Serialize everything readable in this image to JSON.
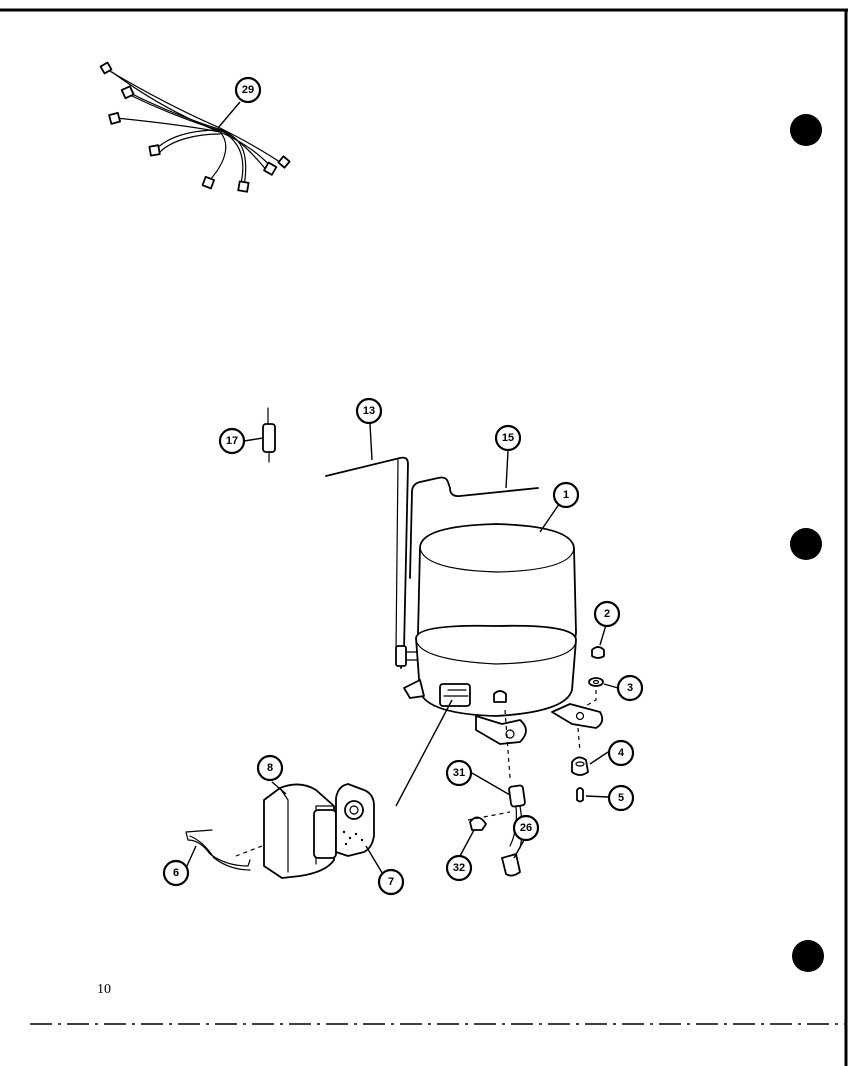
{
  "page": {
    "page_number": "10"
  },
  "callouts": [
    {
      "id": "c29",
      "label": "29"
    },
    {
      "id": "c13",
      "label": "13"
    },
    {
      "id": "c15",
      "label": "15"
    },
    {
      "id": "c17",
      "label": "17"
    },
    {
      "id": "c1",
      "label": "1"
    },
    {
      "id": "c2",
      "label": "2"
    },
    {
      "id": "c3",
      "label": "3"
    },
    {
      "id": "c4",
      "label": "4"
    },
    {
      "id": "c5",
      "label": "5"
    },
    {
      "id": "c8",
      "label": "8"
    },
    {
      "id": "c31",
      "label": "31"
    },
    {
      "id": "c26",
      "label": "26"
    },
    {
      "id": "c32",
      "label": "32"
    },
    {
      "id": "c6",
      "label": "6"
    },
    {
      "id": "c7",
      "label": "7"
    }
  ],
  "colors": {
    "ink": "#000000",
    "paper": "#ffffff"
  }
}
